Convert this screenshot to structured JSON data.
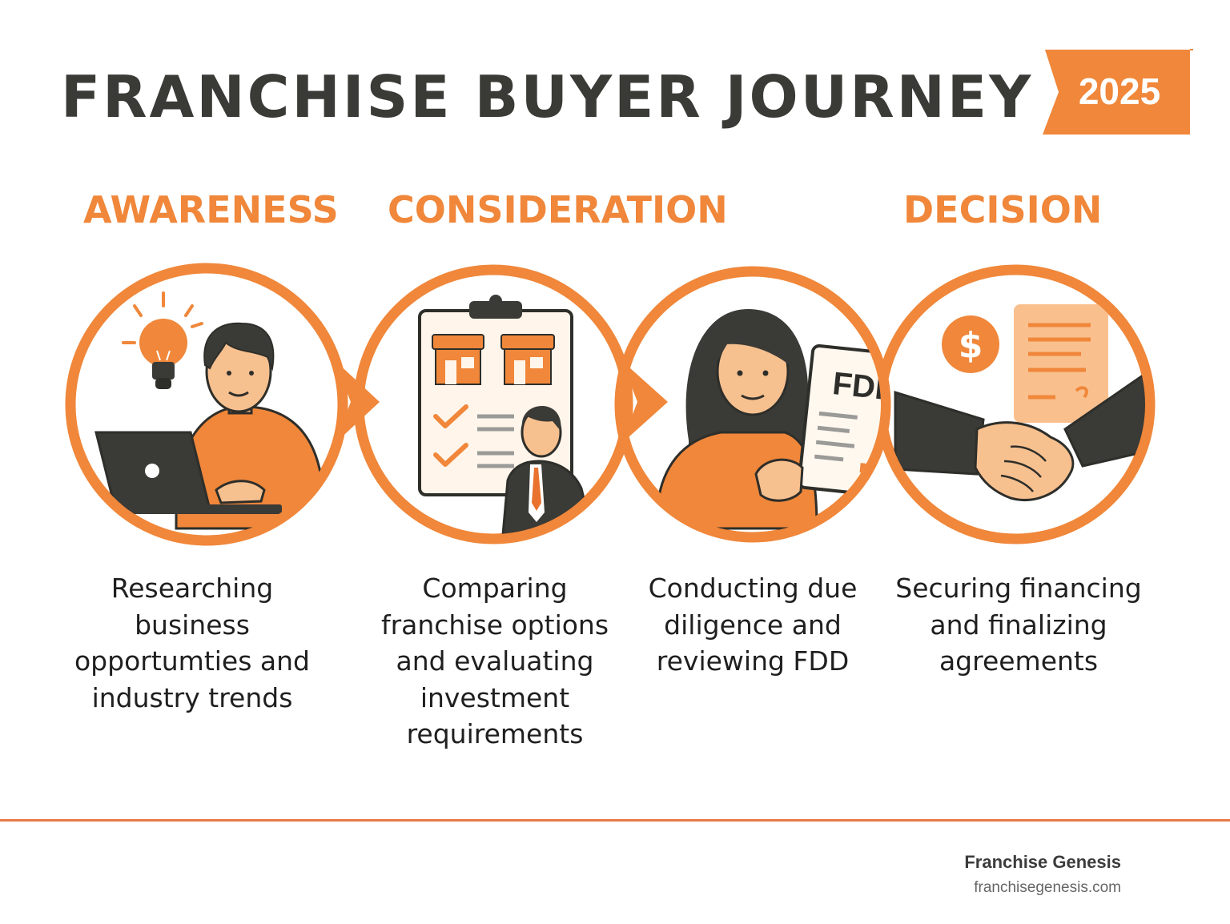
{
  "header": {
    "title": "FRANCHISE BUYER JOURNEY",
    "year": "2025"
  },
  "stages": [
    {
      "label": "AWARENESS"
    },
    {
      "label": "CONSIDERATION"
    },
    {
      "label": "DECISION"
    }
  ],
  "steps": [
    {
      "description": "Researching business opportumties and industry trends",
      "icon": "person-laptop-lightbulb-icon"
    },
    {
      "description": "Comparing franchise options and evaluating investment requirements",
      "icon": "clipboard-storefronts-checklist-icon"
    },
    {
      "description": "Conducting due diligence and reviewing FDD",
      "icon": "woman-holding-fdd-document-icon",
      "document_label": "FDD"
    },
    {
      "description": "Securing financing and finalizing agreements",
      "icon": "handshake-contract-dollar-icon",
      "currency_symbol": "$"
    }
  ],
  "footer": {
    "brand": "Franchise Genesis",
    "url": "franchisegenesis.com"
  },
  "colors": {
    "accent": "#f0873a",
    "accent_dark": "#e8722e",
    "ink": "#3a3a36",
    "skin": "#f7c08f"
  }
}
